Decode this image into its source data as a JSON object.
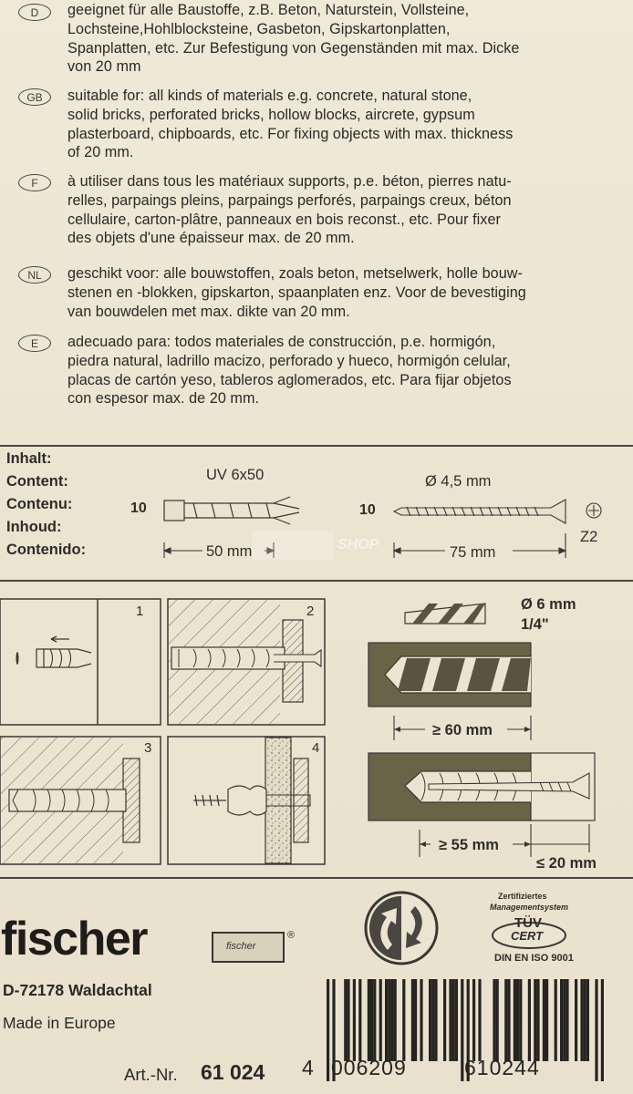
{
  "languages": [
    {
      "code": "D",
      "text": "geeignet für alle Baustoffe, z.B. Beton, Naturstein, Vollsteine,\nLochsteine,Hohlblocksteine, Gasbeton, Gipskartonplatten,\nSpanplatten, etc. Zur Befestigung von Gegenständen mit max. Dicke\nvon 20 mm"
    },
    {
      "code": "GB",
      "text": "suitable for: all kinds of materials e.g. concrete, natural stone,\nsolid bricks, perforated bricks, hollow blocks, aircrete, gypsum\nplasterboard, chipboards, etc. For fixing objects with max. thickness\nof 20 mm."
    },
    {
      "code": "F",
      "text": "à utiliser dans tous les matériaux supports, p.e. béton, pierres natu-\nrelles, parpaings pleins, parpaings perforés, parpaings creux, béton\ncellulaire, carton-plâtre, panneaux en bois reconst., etc. Pour fixer\ndes objets d'une épaisseur max. de 20 mm."
    },
    {
      "code": "NL",
      "text": "geschikt voor: alle bouwstoffen, zoals beton, metselwerk, holle bouw-\nstenen en -blokken, gipskarton, spaanplaten enz. Voor de bevestiging\nvan bouwdelen met max. dikte van 20 mm."
    },
    {
      "code": "E",
      "text": "adecuado para: todos materiales de construcción, p.e. hormigón,\npiedra natural, ladrillo macizo, perforado y hueco, hormigón celular,\nplacas de cartón yeso, tableros aglomerados, etc. Para fijar objetos\ncon espesor max. de 20 mm."
    }
  ],
  "content": {
    "labels": [
      "Inhalt:",
      "Content:",
      "Contenu:",
      "Inhoud:",
      "Contenido:"
    ],
    "plug": {
      "name": "UV 6x50",
      "qty": "10",
      "length": "50 mm"
    },
    "screw": {
      "diameter": "Ø 4,5 mm",
      "qty": "10",
      "length": "75 mm",
      "drive": "Z2"
    },
    "watermark": "SHOP"
  },
  "steps": {
    "n1": "1",
    "n2": "2",
    "n3": "3",
    "n4": "4"
  },
  "specs": {
    "drill_diameter": "Ø 6 mm",
    "drill_inch": "1/4\"",
    "drill_depth": "≥ 60 mm",
    "anchor_depth": "≥ 55 mm",
    "fixture_thickness": "≤ 20 mm"
  },
  "footer": {
    "brand": "fischer",
    "brand_badge": "fischer",
    "registered": "®",
    "address": "D-72178 Waldachtal",
    "origin": "Made in Europe",
    "art_label": "Art.-Nr.",
    "art_number": "61 024",
    "cert_line1": "Zertifiziertes",
    "cert_line2": "Managementsystem",
    "cert_mark": "TÜV",
    "cert_mark2": "CERT",
    "cert_std": "DIN EN ISO 9001",
    "ean_first": "4",
    "ean_group1": "006209",
    "ean_group2": "610244"
  },
  "colors": {
    "paper": "#ece5d3",
    "ink": "#2b2926",
    "wall": "#6b6347",
    "gray_line": "#4a4642"
  }
}
